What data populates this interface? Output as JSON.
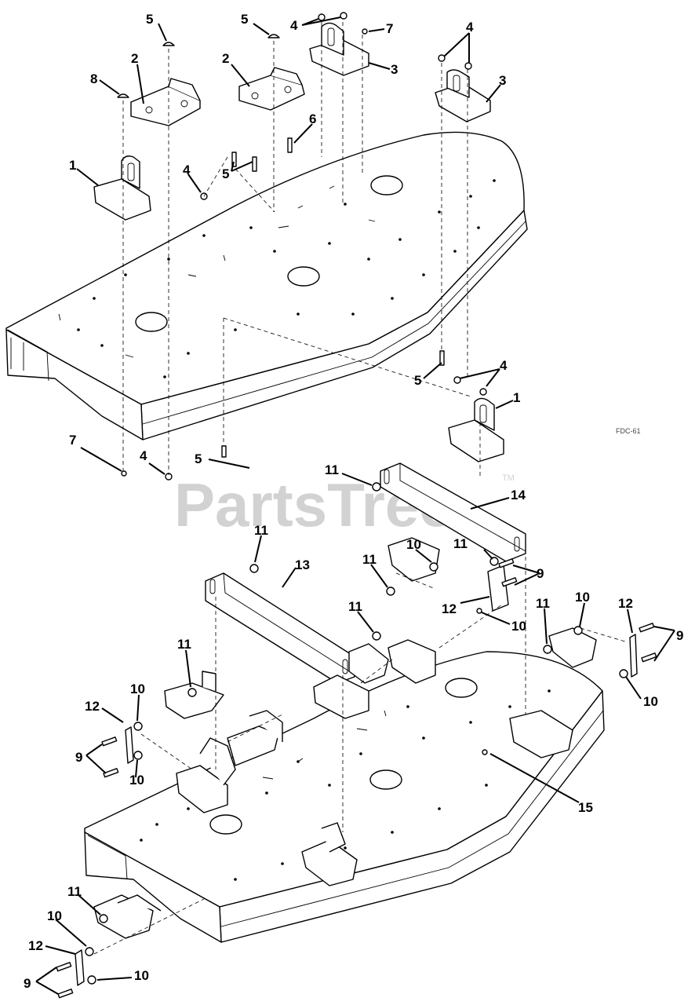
{
  "watermark": {
    "text": "PartsTree",
    "trademark": "TM"
  },
  "figure_code": "FDC-61",
  "callouts": [
    {
      "id": "c5a",
      "label": "5"
    },
    {
      "id": "c5b",
      "label": "5"
    },
    {
      "id": "c4top",
      "label": "4"
    },
    {
      "id": "c7top",
      "label": "7"
    },
    {
      "id": "c4tr",
      "label": "4"
    },
    {
      "id": "c2a",
      "label": "2"
    },
    {
      "id": "c2b",
      "label": "2"
    },
    {
      "id": "c3a",
      "label": "3"
    },
    {
      "id": "c8",
      "label": "8"
    },
    {
      "id": "c3b",
      "label": "3"
    },
    {
      "id": "c6",
      "label": "6"
    },
    {
      "id": "c1a",
      "label": "1"
    },
    {
      "id": "c4mid",
      "label": "4"
    },
    {
      "id": "c5mid",
      "label": "5"
    },
    {
      "id": "c5r",
      "label": "5"
    },
    {
      "id": "c4r",
      "label": "4"
    },
    {
      "id": "c1b",
      "label": "1"
    },
    {
      "id": "c7bot",
      "label": "7"
    },
    {
      "id": "c4bot",
      "label": "4"
    },
    {
      "id": "c5bot",
      "label": "5"
    },
    {
      "id": "c11a",
      "label": "11"
    },
    {
      "id": "c14",
      "label": "14"
    },
    {
      "id": "c11b",
      "label": "11"
    },
    {
      "id": "c13",
      "label": "13"
    },
    {
      "id": "c10a",
      "label": "10"
    },
    {
      "id": "c11c",
      "label": "11"
    },
    {
      "id": "c11d",
      "label": "11"
    },
    {
      "id": "c9a",
      "label": "9"
    },
    {
      "id": "c12a",
      "label": "12"
    },
    {
      "id": "c10b",
      "label": "10"
    },
    {
      "id": "c11e",
      "label": "11"
    },
    {
      "id": "c11f",
      "label": "11"
    },
    {
      "id": "c10c",
      "label": "10"
    },
    {
      "id": "c12b",
      "label": "12"
    },
    {
      "id": "c9b",
      "label": "9"
    },
    {
      "id": "c11g",
      "label": "11"
    },
    {
      "id": "c10d",
      "label": "10"
    },
    {
      "id": "c10e",
      "label": "10"
    },
    {
      "id": "c12c",
      "label": "12"
    },
    {
      "id": "c9c",
      "label": "9"
    },
    {
      "id": "c10f",
      "label": "10"
    },
    {
      "id": "c15",
      "label": "15"
    },
    {
      "id": "c11h",
      "label": "11"
    },
    {
      "id": "c10g",
      "label": "10"
    },
    {
      "id": "c12d",
      "label": "12"
    },
    {
      "id": "c9d",
      "label": "9"
    },
    {
      "id": "c10h",
      "label": "10"
    }
  ]
}
